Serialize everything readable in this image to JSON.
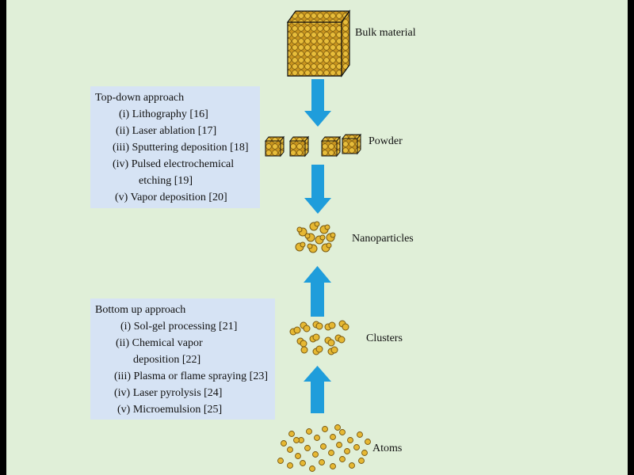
{
  "top_down": {
    "title": "Top-down approach",
    "items": [
      "(i) Lithography [16]",
      "(ii) Laser ablation [17]",
      "(iii) Sputtering deposition [18]",
      "(iv) Pulsed electrochemical",
      "etching [19]",
      "(v) Vapor deposition [20]"
    ]
  },
  "bottom_up": {
    "title": "Bottom up approach",
    "items": [
      "(i) Sol-gel processing [21]",
      "(ii) Chemical vapor",
      "deposition [22]",
      "(iii) Plasma or flame spraying [23]",
      "(iv) Laser pyrolysis [24]",
      "(v) Microemulsion [25]"
    ]
  },
  "stages": {
    "bulk": "Bulk material",
    "powder": "Powder",
    "nano": "Nanoparticles",
    "clusters": "Clusters",
    "atoms": "Atoms"
  },
  "colors": {
    "background": "#e0efd8",
    "box": "#d6e3f4",
    "arrow": "#1f9ddb",
    "gold": "#e6b833",
    "gold_dark": "#7a5a10"
  }
}
